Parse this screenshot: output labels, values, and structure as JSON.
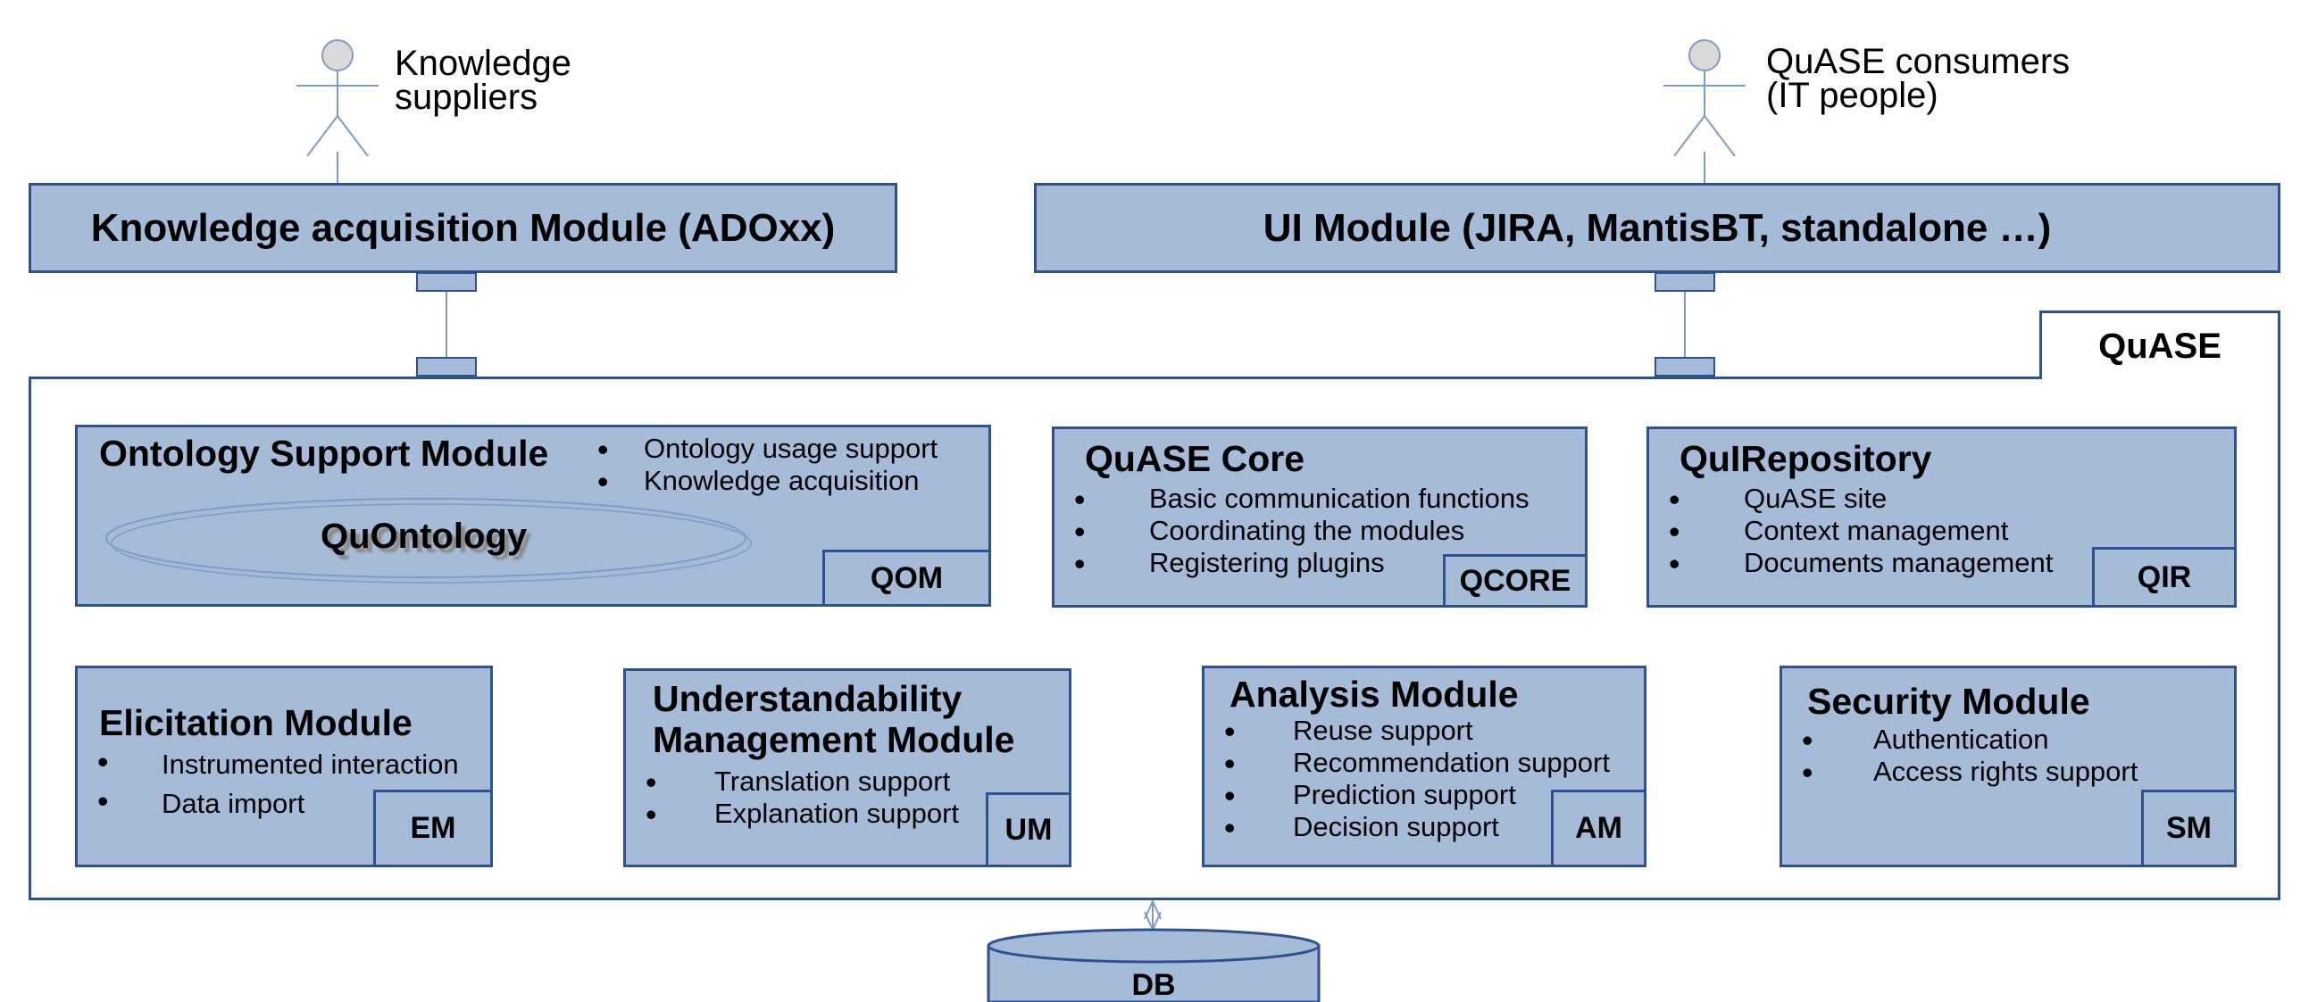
{
  "actors": {
    "suppliers": {
      "line1": "Knowledge",
      "line2": "suppliers"
    },
    "consumers": {
      "line1": "QuASE consumers",
      "line2": "(IT people)"
    }
  },
  "top_modules": {
    "knowledge_acquisition": "Knowledge acquisition Module (ADOxx)",
    "ui": "UI Module (JIRA, MantisBT, standalone …)"
  },
  "system": {
    "name": "QuASE"
  },
  "modules": {
    "ontology": {
      "title": "Ontology Support Module",
      "bullets": [
        "Ontology usage support",
        "Knowledge acquisition"
      ],
      "inner": "QuOntology",
      "tag": "QOM"
    },
    "core": {
      "title": "QuASE Core",
      "bullets": [
        "Basic communication functions",
        "Coordinating the modules",
        "Registering plugins"
      ],
      "tag": "QCORE"
    },
    "repository": {
      "title": "QuIRepository",
      "bullets": [
        "QuASE site",
        "Context management",
        "Documents management"
      ],
      "tag": "QIR"
    },
    "elicitation": {
      "title": "Elicitation Module",
      "bullets": [
        "Instrumented interaction",
        "Data import"
      ],
      "tag": "EM"
    },
    "understandability": {
      "title_line1": "Understandability",
      "title_line2": "Management Module",
      "bullets": [
        "Translation support",
        "Explanation support"
      ],
      "tag": "UM"
    },
    "analysis": {
      "title": "Analysis Module",
      "bullets": [
        "Reuse support",
        "Recommendation support",
        "Prediction support",
        "Decision support"
      ],
      "tag": "AM"
    },
    "security": {
      "title": "Security Module",
      "bullets": [
        "Authentication",
        "Access rights support"
      ],
      "tag": "SM"
    }
  },
  "database": {
    "label": "DB"
  },
  "colors": {
    "box_fill": "#a6bbd8",
    "border": "#2f528f",
    "line": "#7f9cc8"
  }
}
